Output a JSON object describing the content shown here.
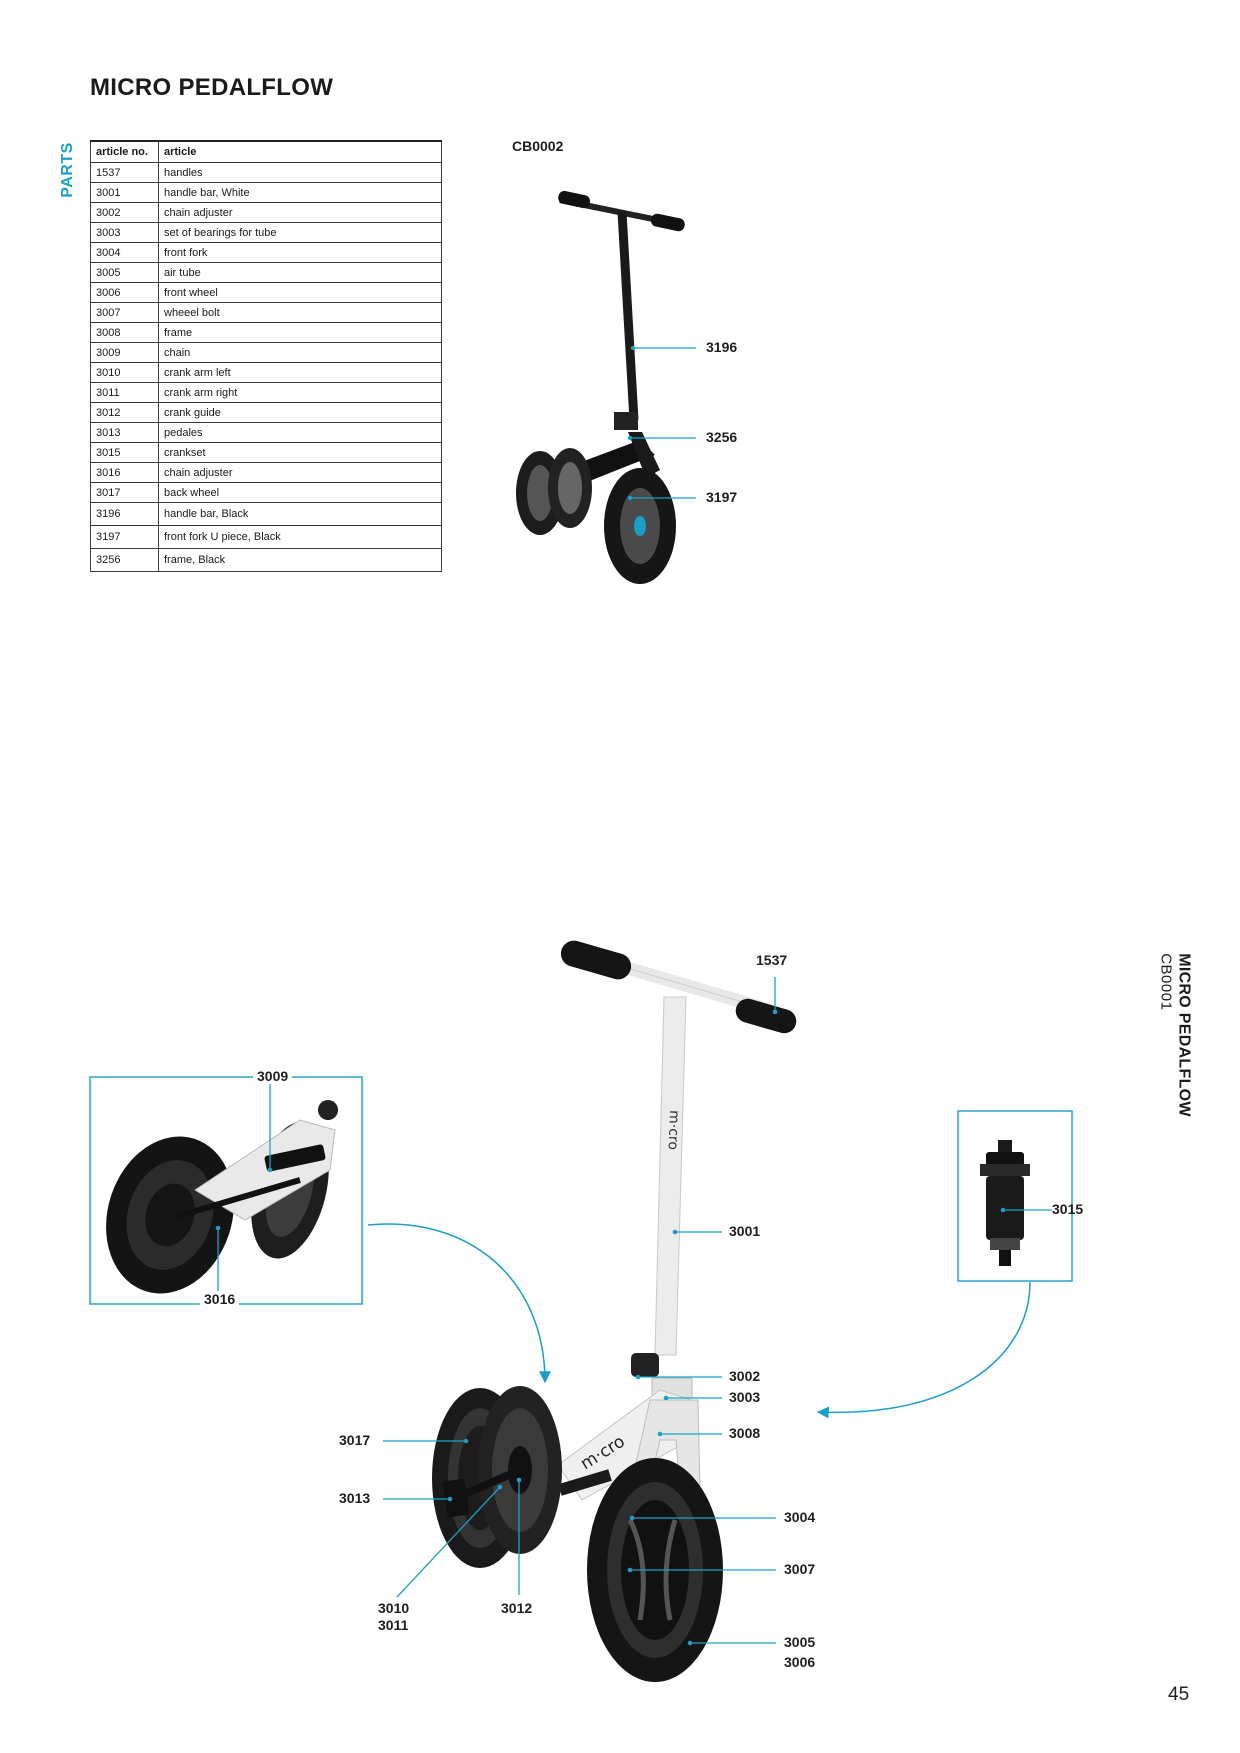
{
  "header": {
    "title": "MICRO PEDALFLOW",
    "section_label": "PARTS"
  },
  "parts_table": {
    "columns": [
      "article no.",
      "article"
    ],
    "rows": [
      [
        "1537",
        "handles"
      ],
      [
        "3001",
        "handle bar, White"
      ],
      [
        "3002",
        "chain adjuster"
      ],
      [
        "3003",
        "set of bearings for tube"
      ],
      [
        "3004",
        "front fork"
      ],
      [
        "3005",
        "air tube"
      ],
      [
        "3006",
        "front wheel"
      ],
      [
        "3007",
        "wheeel bolt"
      ],
      [
        "3008",
        "frame"
      ],
      [
        "3009",
        "chain"
      ],
      [
        "3010",
        "crank arm left"
      ],
      [
        "3011",
        "crank arm right"
      ],
      [
        "3012",
        "crank guide"
      ],
      [
        "3013",
        "pedales"
      ],
      [
        "3015",
        "crankset"
      ],
      [
        "3016",
        "chain adjuster"
      ],
      [
        "3017",
        "back wheel"
      ],
      [
        "3196",
        "handle bar, Black"
      ],
      [
        "3197",
        "front fork U piece, Black"
      ],
      [
        "3256",
        "frame, Black"
      ]
    ]
  },
  "top_figure": {
    "code": "CB0002",
    "callouts": [
      "3196",
      "3256",
      "3197"
    ]
  },
  "main_figure": {
    "callouts": {
      "c1537": "1537",
      "c3009": "3009",
      "c3016": "3016",
      "c3001": "3001",
      "c3015": "3015",
      "c3002": "3002",
      "c3003": "3003",
      "c3008": "3008",
      "c3017": "3017",
      "c3013": "3013",
      "c3004": "3004",
      "c3007": "3007",
      "c3010": "3010",
      "c3011": "3011",
      "c3012": "3012",
      "c3005": "3005",
      "c3006": "3006"
    }
  },
  "side_title": {
    "line1": "MICRO PEDALFLOW",
    "line2": "CB0001"
  },
  "page_number": "45",
  "colors": {
    "accent": "#1aa0c8",
    "text": "#1b1b1b"
  }
}
